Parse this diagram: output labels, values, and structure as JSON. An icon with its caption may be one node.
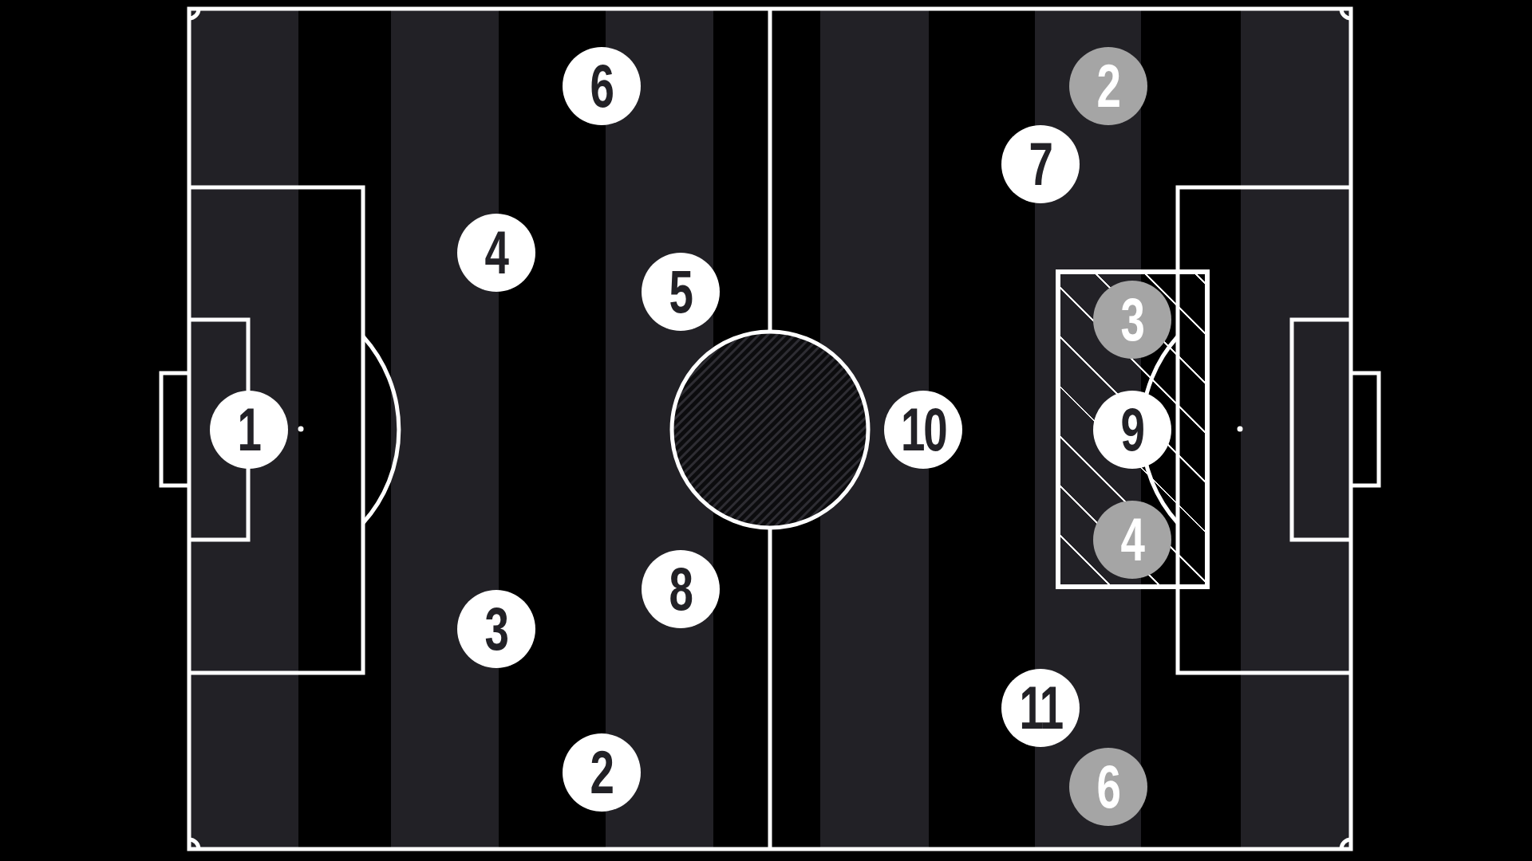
{
  "diagram": {
    "nodes": [
      {
        "text": [],
        "shape": "box"
      },
      {
        "text": [
          "1"
        ]
      },
      {
        "text": [
          "2"
        ]
      },
      {
        "text": [
          "3"
        ]
      },
      {
        "text": [
          "4"
        ]
      },
      {
        "text": [
          "5"
        ]
      },
      {
        "text": [
          "6"
        ]
      },
      {
        "text": [
          "7"
        ]
      },
      {
        "text": [
          "8"
        ]
      },
      {
        "text": [
          "9"
        ],
        "in": 0
      },
      {
        "text": [
          "10"
        ]
      },
      {
        "text": [
          "11"
        ]
      },
      {
        "text": [
          "2"
        ]
      },
      {
        "text": [
          "3"
        ],
        "in": 0
      },
      {
        "text": [
          "4"
        ],
        "in": 0
      },
      {
        "text": [
          "6"
        ]
      }
    ]
  }
}
